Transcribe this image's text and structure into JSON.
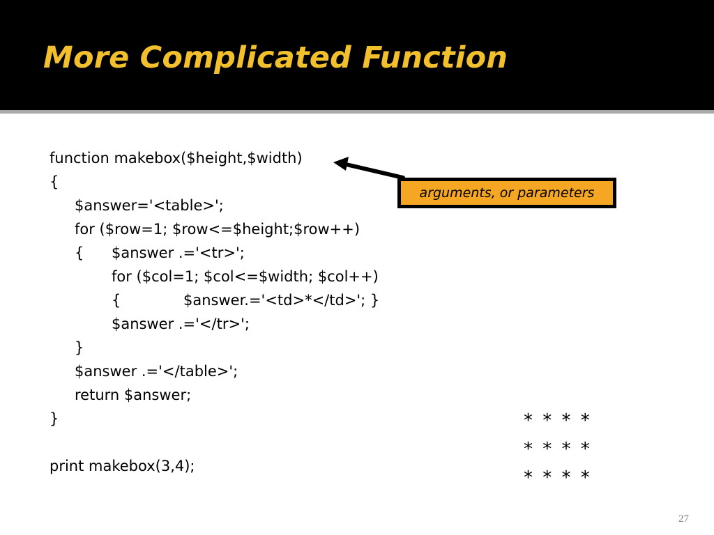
{
  "slide": {
    "title": "More Complicated Function",
    "code_lines": [
      "function makebox($height,$width)",
      "{",
      "$answer='<table>';",
      "for ($row=1; $row<=$height;$row++)",
      "{",
      "$answer .='<tr>';",
      "for ($col=1; $col<=$width; $col++)",
      "{",
      "$answer.='<td>*</td>'; }",
      "$answer .='</tr>';",
      "}",
      "$answer .='</table>';",
      "return $answer;",
      "}",
      "print makebox(3,4);"
    ],
    "callout_label": "arguments, or parameters",
    "output_rows": [
      "* * * *",
      "* * * *",
      "* * * *"
    ],
    "page_number": "27"
  },
  "colors": {
    "title_bar": "#000000",
    "title_text": "#f2c02d",
    "callout_fill": "#f5a623",
    "rule": "#a9a9a9"
  }
}
